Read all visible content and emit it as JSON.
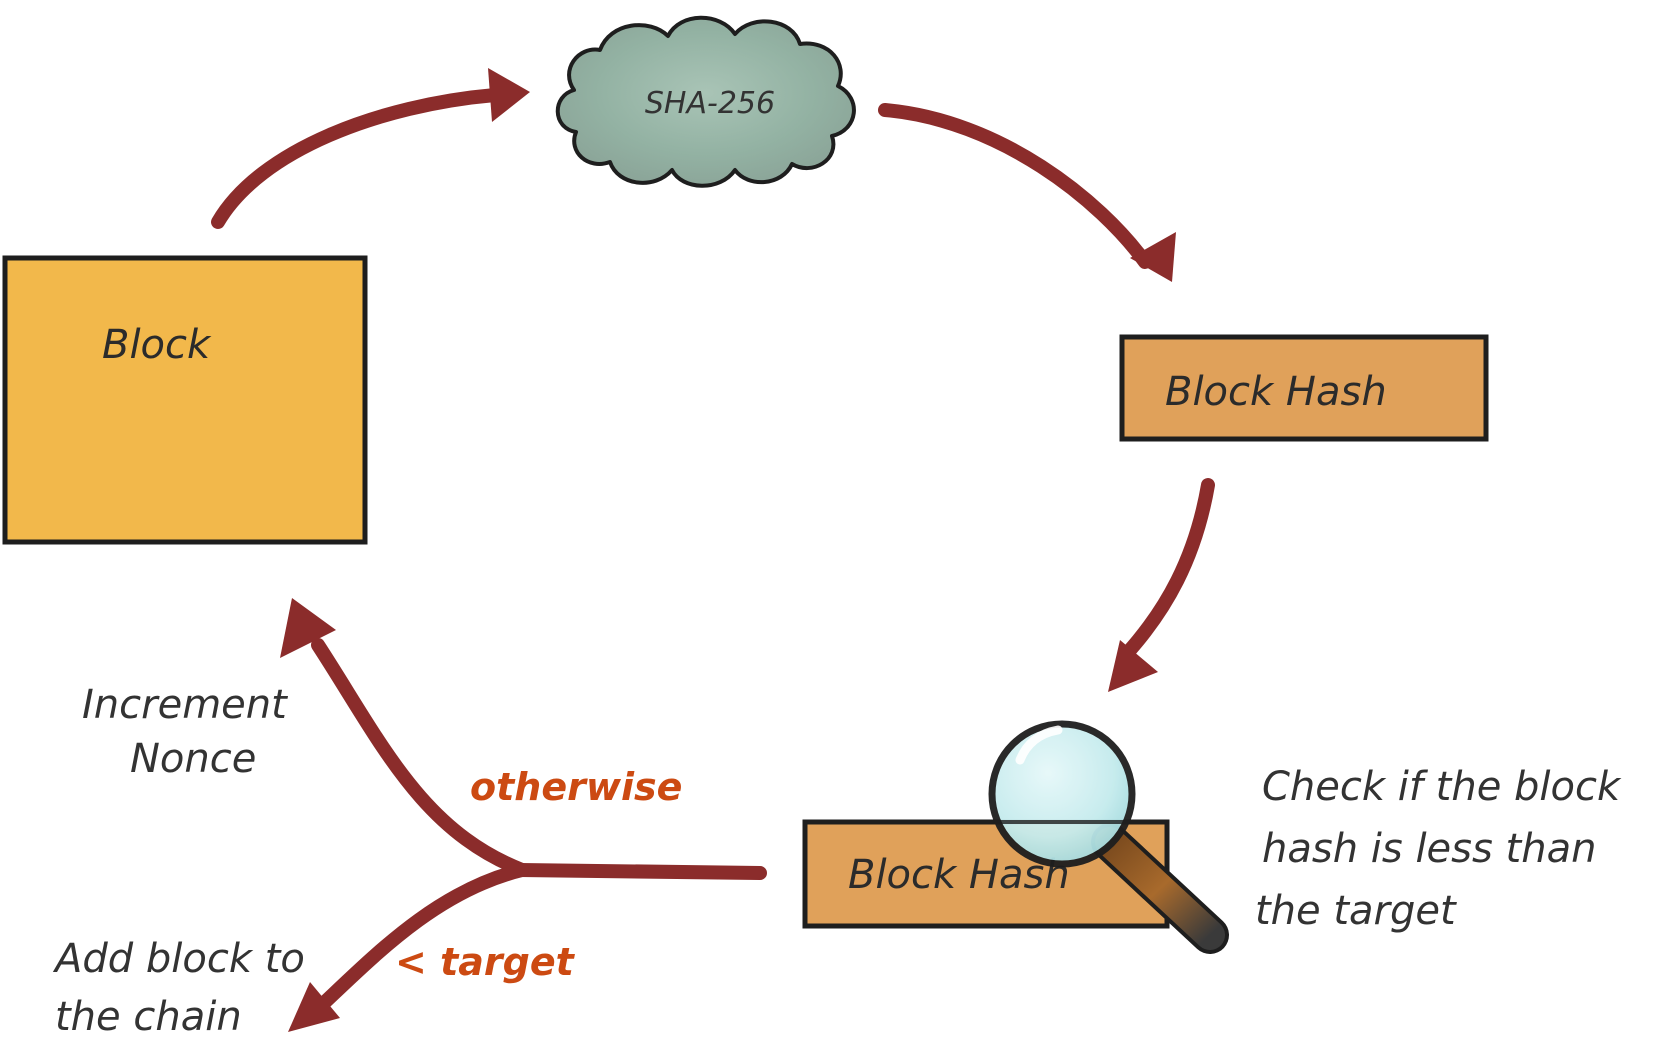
{
  "diagram": {
    "cloud": {
      "label": "SHA-256",
      "color": "#8fb5a6"
    },
    "block": {
      "label": "Block",
      "color": "#f2b84b"
    },
    "hash_box_top": {
      "label": "Block Hash",
      "color": "#e0a15a"
    },
    "hash_box_bottom": {
      "label": "Block Hash",
      "color": "#e0a15a"
    },
    "magnifier": {
      "icon": "magnifying-glass-icon",
      "lens_color": "#c9eef0"
    },
    "notes": {
      "check_line1": "Check if the block",
      "check_line2": "hash is less than",
      "check_line3": "the target",
      "increment_line1": "Increment",
      "increment_line2": "Nonce",
      "add_line1": "Add block to",
      "add_line2": "the chain"
    },
    "branch_labels": {
      "otherwise": "otherwise",
      "target": "< target",
      "color": "#cc4a12"
    },
    "arrow_color": "#8b2c2b"
  }
}
